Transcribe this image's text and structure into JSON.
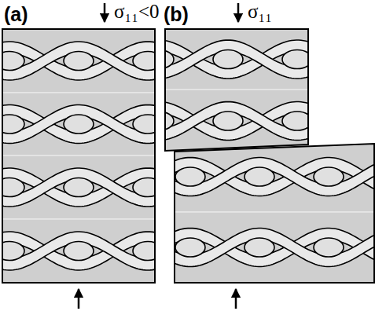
{
  "diagram": {
    "labels": [
      "(a)",
      "σ₁₁<0",
      "(b)",
      "σ₁₁"
    ]
  }
}
